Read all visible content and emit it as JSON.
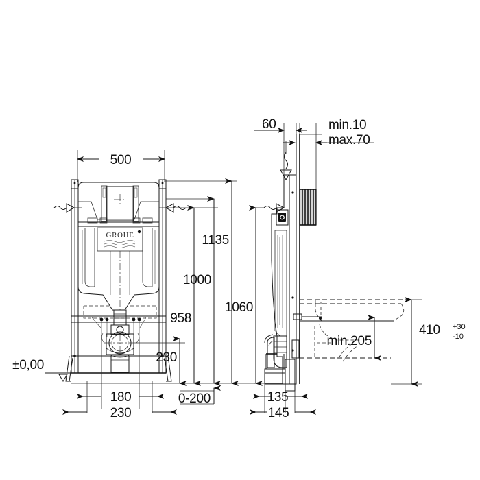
{
  "document": {
    "title": "GROHE Rapid SL WC frame installation drawing",
    "type": "technical-dimension-drawing",
    "brand_logo": "GROHE",
    "units": "mm",
    "line_color": "#1a1a1a",
    "background_color": "#ffffff"
  },
  "front_view": {
    "name": "front-elevation",
    "dimensions": {
      "width_500": "500",
      "height_1135": "1135",
      "height_1000": "1000",
      "height_958": "958",
      "height_230_outlet": "230",
      "offset_180": "180",
      "offset_230": "230",
      "range_0_200": "0-200",
      "datum": "±0,00"
    }
  },
  "side_view": {
    "name": "side-elevation",
    "dimensions": {
      "depth_60": "60",
      "wall_min": "min.10",
      "wall_max": "max.70",
      "height_1060": "1060",
      "bowl_height_410": "410",
      "tol_plus": "+30",
      "tol_minus": "-10",
      "bowl_min_205": "min.205",
      "depth_135": "135",
      "depth_145": "145"
    }
  },
  "labels": [
    {
      "id": "dim-500",
      "text": "500"
    },
    {
      "id": "dim-1135",
      "text": "1135"
    },
    {
      "id": "dim-1000",
      "text": "1000"
    },
    {
      "id": "dim-958",
      "text": "958"
    },
    {
      "id": "dim-230-out",
      "text": "230"
    },
    {
      "id": "dim-180",
      "text": "180"
    },
    {
      "id": "dim-230-base",
      "text": "230"
    },
    {
      "id": "dim-0-200",
      "text": "0-200"
    },
    {
      "id": "datum-zero",
      "text": "±0,00"
    },
    {
      "id": "dim-60",
      "text": "60"
    },
    {
      "id": "dim-min-10",
      "text": "min.10"
    },
    {
      "id": "dim-max-70",
      "text": "max.70"
    },
    {
      "id": "dim-1060",
      "text": "1060"
    },
    {
      "id": "dim-410",
      "text": "410"
    },
    {
      "id": "tol-plus-30",
      "text": "+30"
    },
    {
      "id": "tol-minus-10",
      "text": "-10"
    },
    {
      "id": "dim-min-205",
      "text": "min.205"
    },
    {
      "id": "dim-135",
      "text": "135"
    },
    {
      "id": "dim-145",
      "text": "145"
    },
    {
      "id": "logo",
      "text": "GROHE"
    }
  ]
}
